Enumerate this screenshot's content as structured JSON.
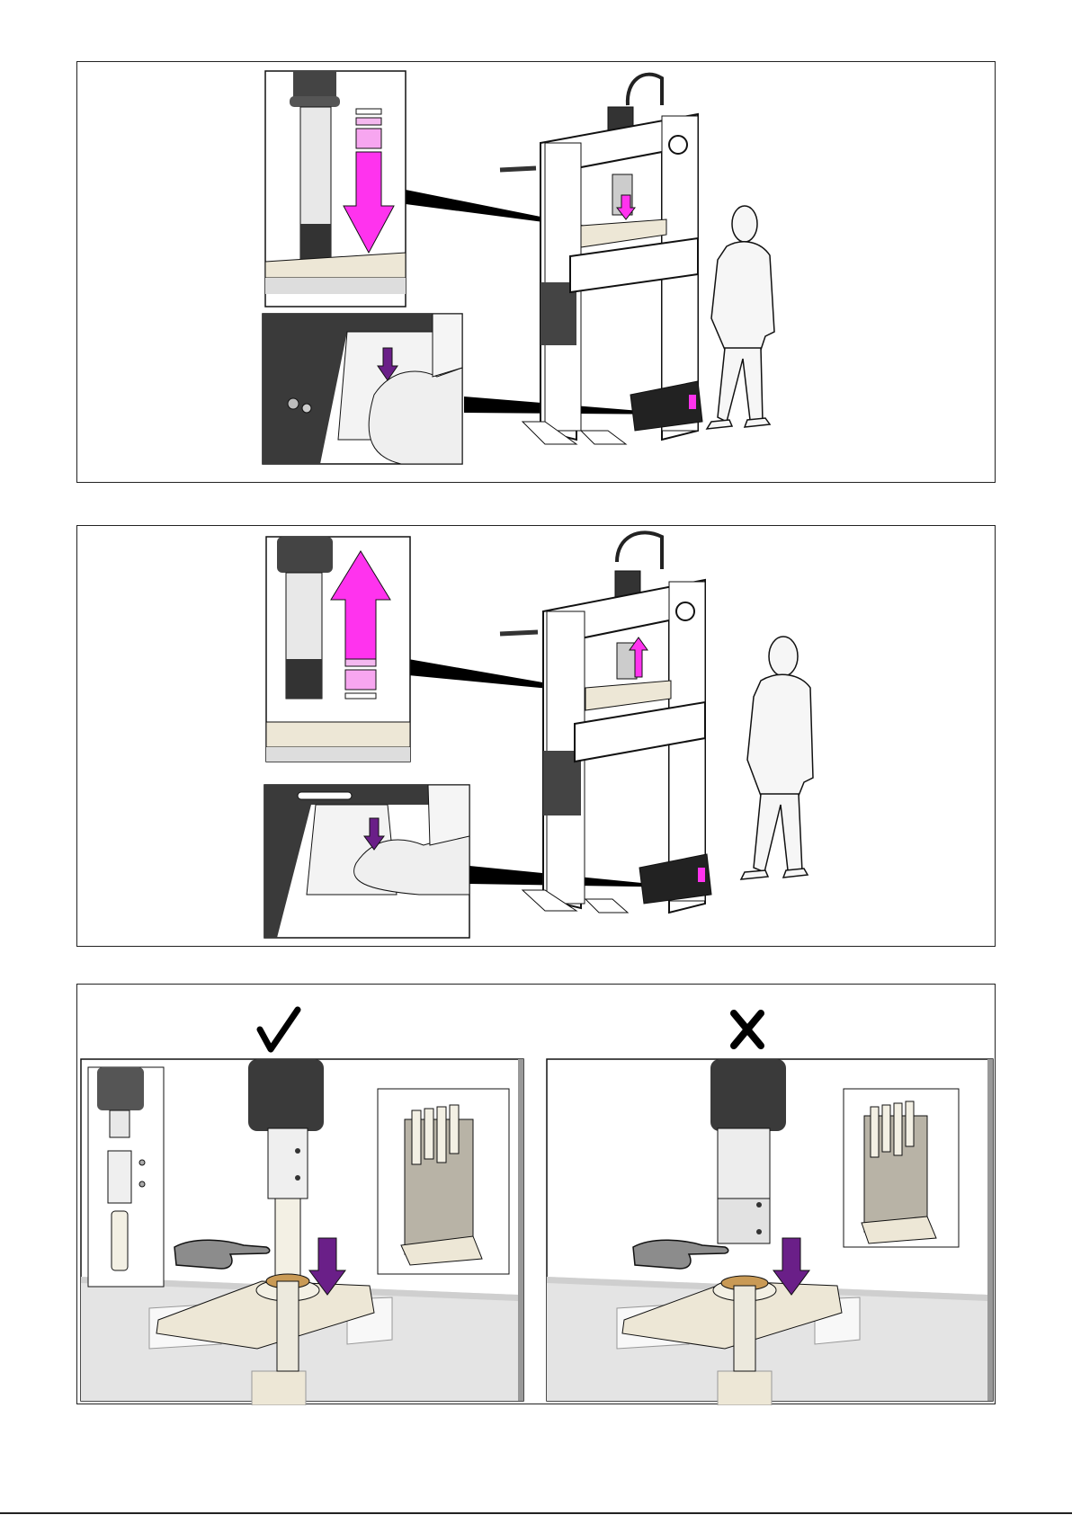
{
  "illustrations": {
    "step1": {
      "name": "press-down",
      "arrow": "down",
      "accent": "#ff33ee"
    },
    "step2": {
      "name": "press-up",
      "arrow": "up",
      "accent": "#ff33ee"
    },
    "step3": {
      "correct_symbol": "✓",
      "wrong_symbol": "X",
      "indicator_arrow_color": "#6a1f88",
      "collar_color": "#c99a55"
    }
  },
  "colors": {
    "outline": "#111111",
    "dark_metal": "#333333",
    "light_metal": "#e6e6e6",
    "plate": "#ede7d6",
    "hand": "#8c8c8c"
  }
}
